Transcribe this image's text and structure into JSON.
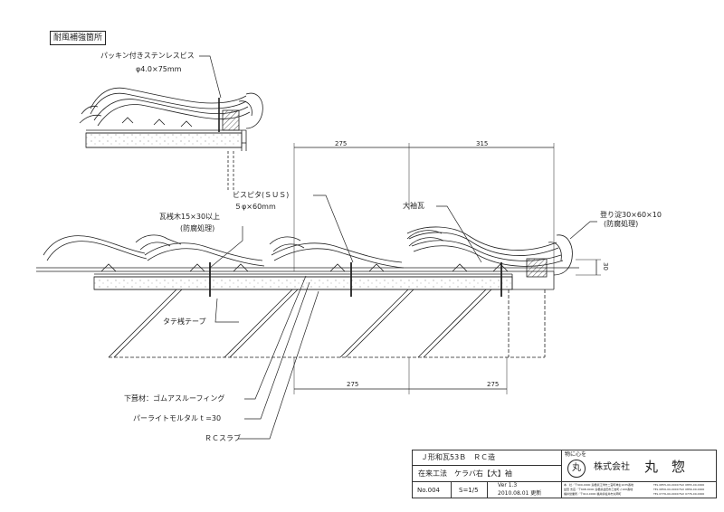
{
  "title": "耐風補強箇所",
  "labels": {
    "packing_screw": "パッキン付きステンレスビス",
    "packing_screw_size": "φ4.0×75mm",
    "bis_pita": "ビスピタ(ＳＵＳ)",
    "bis_pita_size": "５φ×60mm",
    "batten": "瓦桟木15×30以上",
    "batten_treat": "(防腐処理)",
    "otosode": "大袖瓦",
    "nobori_yodo": "登り淀30×60×10",
    "nobori_treat": "(防腐処理)",
    "tate_tape": "タテ桟テープ",
    "underlay": "下葺材：ゴムアスルーフィング",
    "perlite": "パーライトモルタル t =30",
    "rc_slab": "ＲＣスラブ"
  },
  "dimensions": {
    "top_left": "275",
    "top_right": "315",
    "bottom_left": "275",
    "bottom_right": "275",
    "height": "30"
  },
  "title_block": {
    "row1": "Ｊ形和瓦53Ｂ　ＲＣ造",
    "row2": "在来工法　ケラバ右【大】袖",
    "no": "No.004",
    "scale": "S=1/5",
    "ver": "Ver 1.3",
    "date": "2010.08.01 更新",
    "motto": "物に心を",
    "stamp_char": "丸",
    "company_prefix": "株式会社",
    "company_name": "丸　惣",
    "address1": "本　社／〒900-0000 島根県江津市二宮町神主1035番地",
    "address2": "益田 支店／〒698-0000 島根県益田市乙吉町イ100番地",
    "address3": "福井営業所／〒910-0000 福井県坂井市丸岡町",
    "tel1": "TEL 0855-00-0000 FAX 0855-00-0000",
    "tel2": "TEL 0856-00-0000 FAX 0856-00-0000",
    "tel3": "TEL 0776-00-0000 FAX 0776-00-0000"
  }
}
